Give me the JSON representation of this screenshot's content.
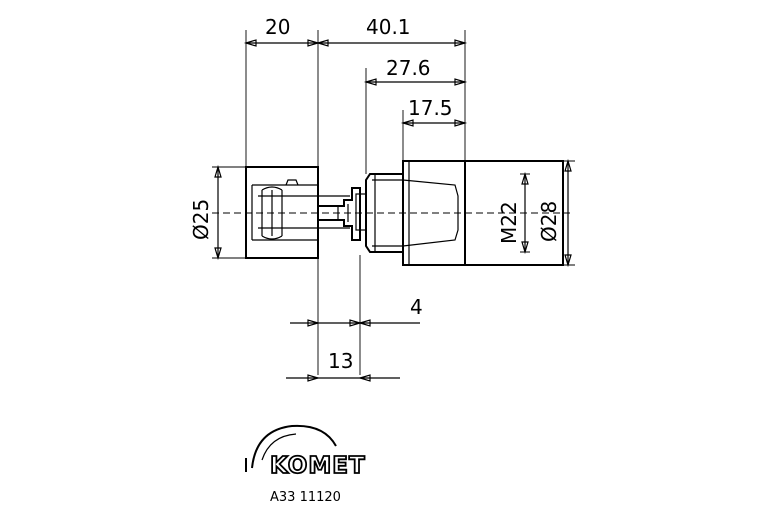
{
  "dimensions": {
    "d_20": "20",
    "d_40_1": "40.1",
    "d_27_6": "27.6",
    "d_17_5": "17.5",
    "d_4": "4",
    "d_13": "13",
    "dia_25": "Ø25",
    "thread_m22": "M22",
    "dia_28": "Ø28"
  },
  "logo": {
    "brand": "KOMET"
  },
  "part_number": "A33 11120"
}
